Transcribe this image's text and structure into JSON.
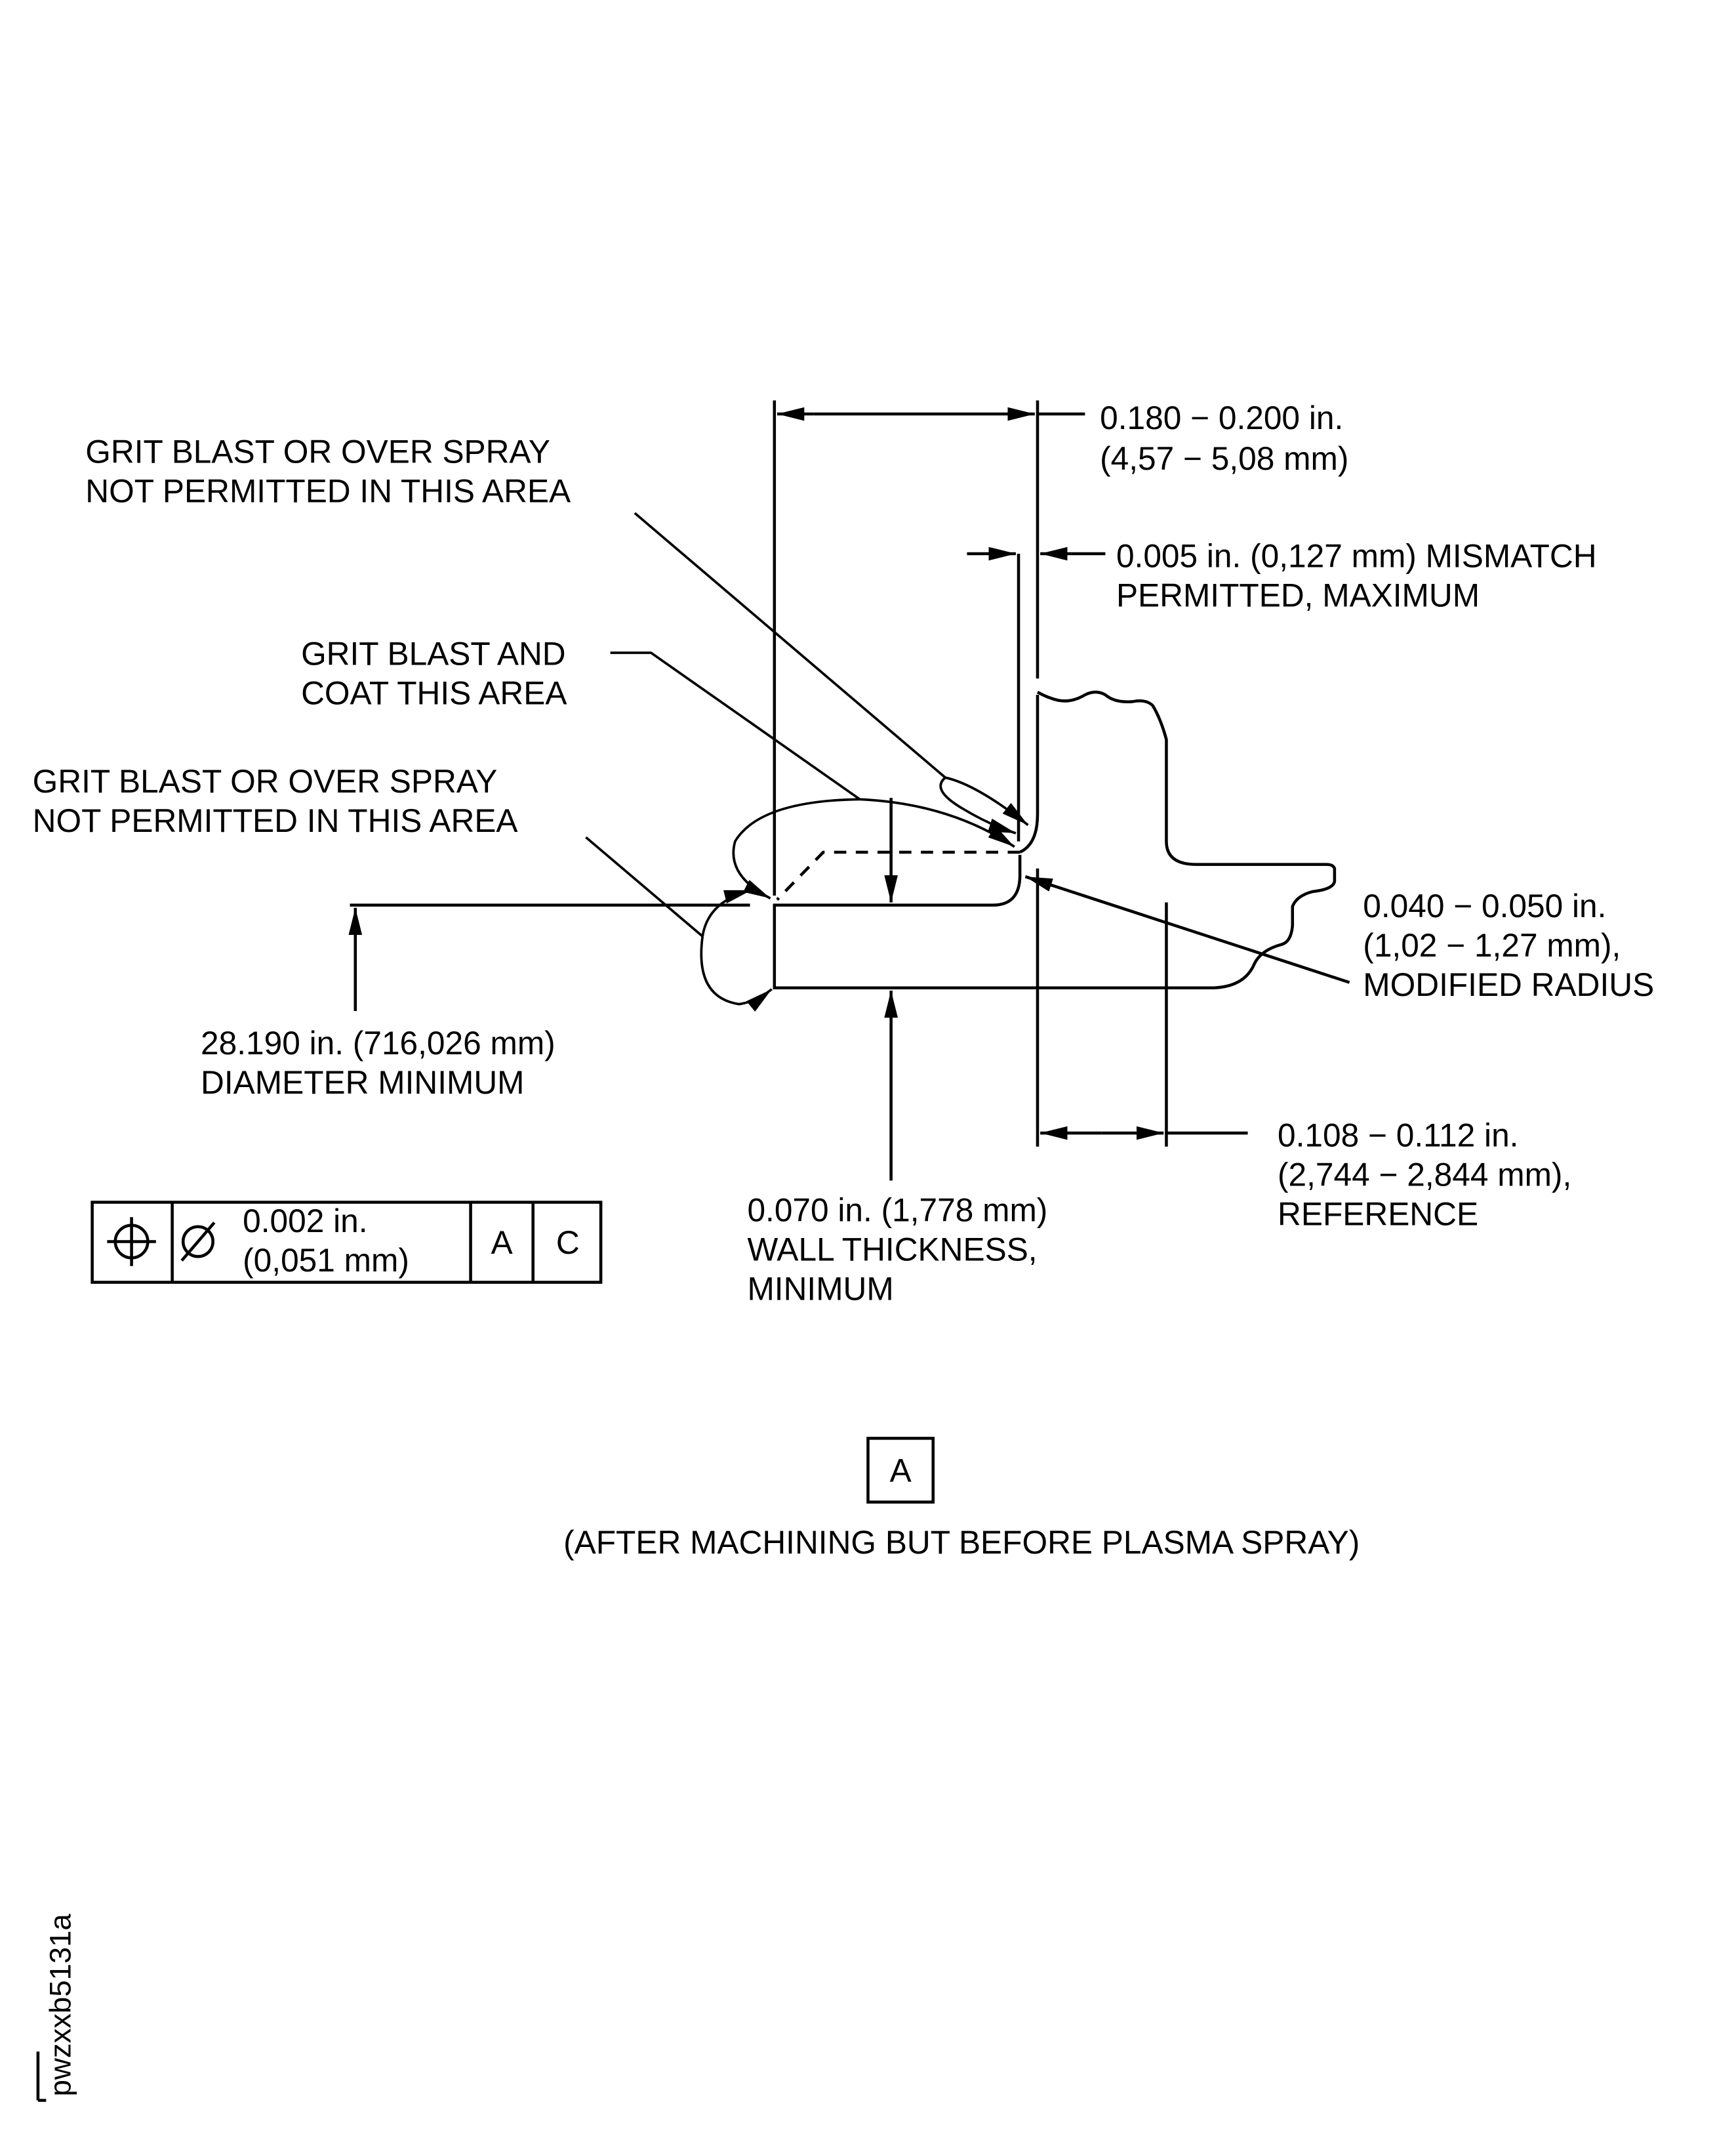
{
  "callouts": {
    "no_spray_top": [
      "GRIT BLAST OR OVER SPRAY",
      "NOT PERMITTED IN THIS AREA"
    ],
    "grit_coat": [
      "GRIT BLAST AND",
      "COAT THIS AREA"
    ],
    "no_spray_left": [
      "GRIT BLAST OR OVER SPRAY",
      "NOT PERMITTED IN THIS AREA"
    ],
    "diameter": [
      "28.190 in. (716,026 mm)",
      "DIAMETER MINIMUM"
    ],
    "wall": [
      "0.070 in. (1,778 mm)",
      "WALL THICKNESS,",
      "MINIMUM"
    ],
    "width": [
      "0.180 − 0.200 in.",
      "(4,57 − 5,08 mm)"
    ],
    "mismatch": [
      "0.005 in. (0,127 mm) MISMATCH",
      "PERMITTED, MAXIMUM"
    ],
    "radius": [
      "0.040 − 0.050 in.",
      "(1,02 − 1,27 mm),",
      "MODIFIED RADIUS"
    ],
    "reference": [
      "0.108 − 0.112 in.",
      "(2,744 − 2,844 mm),",
      "REFERENCE"
    ]
  },
  "feature_control_frame": {
    "symbol": "position",
    "diameter_symbol": "⌀",
    "tolerance": [
      "0.002 in.",
      "(0,051 mm)"
    ],
    "datums": [
      "A",
      "C"
    ]
  },
  "view": {
    "label": "A",
    "caption": "(AFTER MACHINING BUT BEFORE PLASMA SPRAY)"
  },
  "figure_id": "pwzxxb5131a"
}
